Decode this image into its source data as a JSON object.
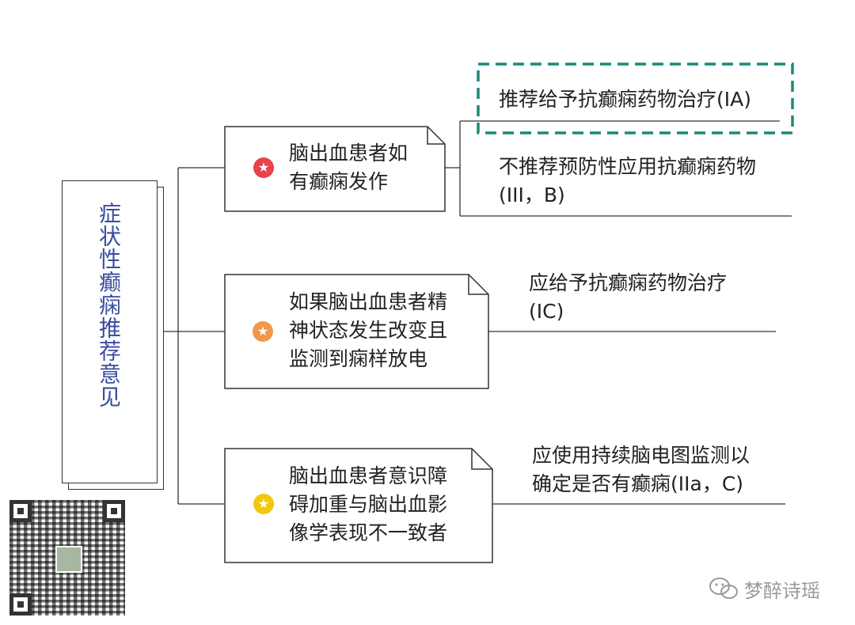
{
  "root": {
    "text": "症状性癫痫推荐意见"
  },
  "conditions": [
    {
      "text": "脑出血患者如\n有癫痫发作",
      "star_color": "#e8424a",
      "recommendations": [
        {
          "text": "推荐给予抗癫痫药物治疗(IA)",
          "highlighted": true,
          "highlight_color": "#1a8a7a"
        },
        {
          "text": "不推荐预防性应用抗癫痫药物\n(III，B)",
          "highlighted": false
        }
      ]
    },
    {
      "text": "如果脑出血患者精\n神状态发生改变且\n监测到痫样放电",
      "star_color": "#f2964a",
      "recommendations": [
        {
          "text": "应给予抗癫痫药物治疗\n(IC)",
          "highlighted": false
        }
      ]
    },
    {
      "text": "脑出血患者意识障\n碍加重与脑出血影\n像学表现不一致者",
      "star_color": "#f2c70f",
      "recommendations": [
        {
          "text": "应使用持续脑电图监测以\n确定是否有癫痫(IIa，C)",
          "highlighted": false
        }
      ]
    }
  ],
  "icons": {
    "star": "★",
    "wechat": "wechat-icon"
  },
  "watermark": {
    "text": "梦醉诗瑶"
  }
}
